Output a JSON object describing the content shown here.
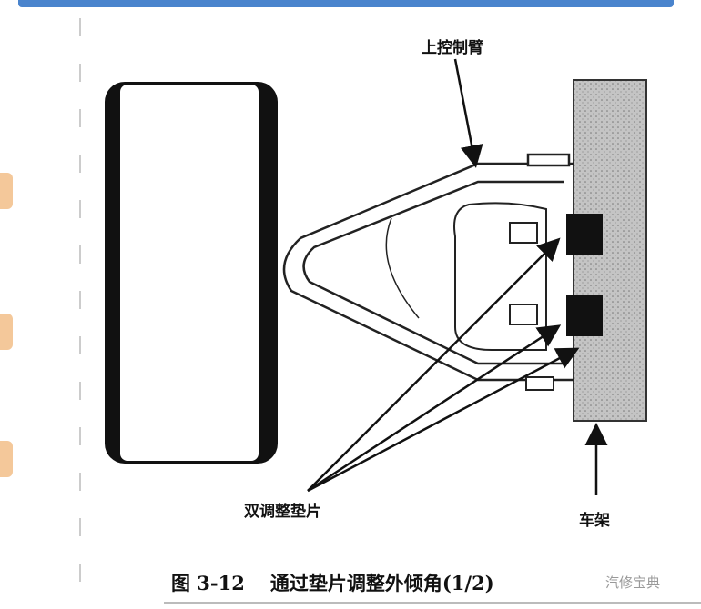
{
  "labels": {
    "upper_arm": "上控制臂",
    "shims": "双调整垫片",
    "frame": "车架"
  },
  "caption": {
    "figure_no": "图 3-12",
    "text": "通过垫片调整外倾角(1/2)"
  },
  "watermark": "汽修宝典",
  "colors": {
    "header_band": "#2a6fc4",
    "frame_fill": "#b8b8b8"
  }
}
